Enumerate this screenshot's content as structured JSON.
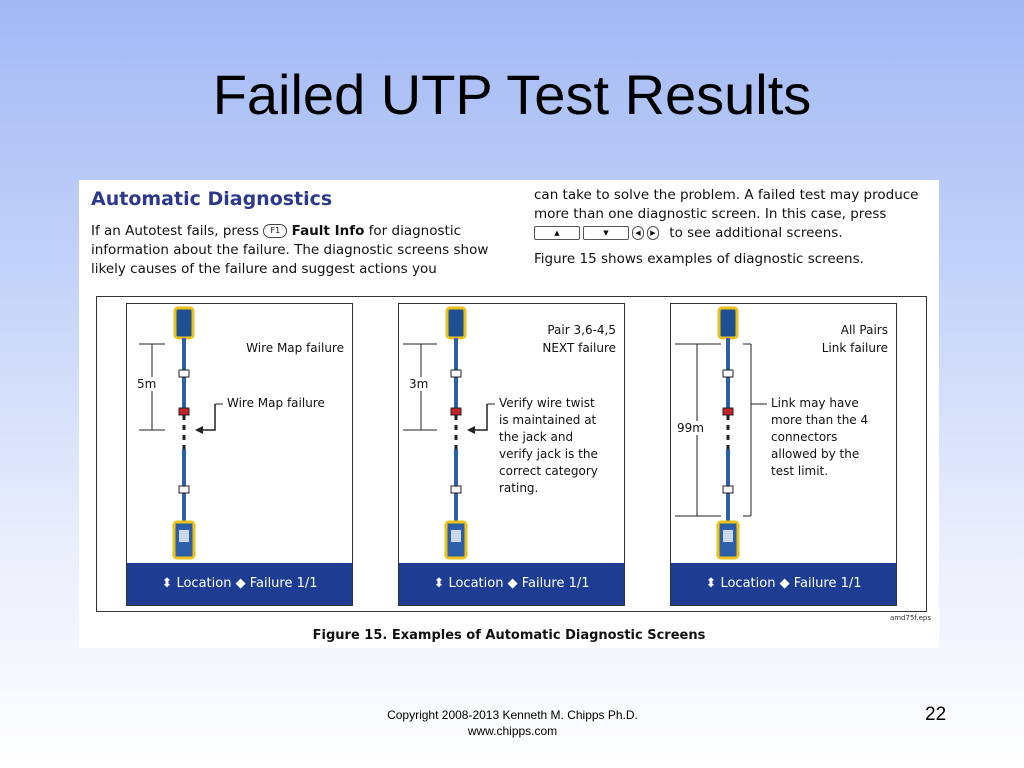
{
  "slide": {
    "title": "Failed UTP Test Results",
    "footer_line1": "Copyright 2008-2013 Kenneth M. Chipps Ph.D.",
    "footer_line2": "www.chipps.com",
    "page_number": "22"
  },
  "figure": {
    "heading": "Automatic Diagnostics",
    "left_para_before_key": "If an Autotest fails, press",
    "key_label": "F1",
    "fault_info": "Fault Info",
    "left_para_after_key": "for diagnostic information about the failure. The diagnostic screens show likely causes of the failure and suggest actions you",
    "right_para_line1": "can take to solve the problem. A failed test may produce more than one diagnostic screen. In this case, press",
    "right_para_line2": "to see additional screens.",
    "right_para_line3": "Figure 15 shows examples of diagnostic screens.",
    "file_ref": "amd75f.eps",
    "caption": "Figure 15. Examples of Automatic Diagnostic Screens",
    "colors": {
      "heading": "#2d3a8c",
      "status_bar": "#1e3d92",
      "cable": "#2b5fa8",
      "fault": "#c8202b",
      "device_yellow": "#e8c21a"
    }
  },
  "screens": [
    {
      "header_line1": "",
      "header_line2": "Wire Map failure",
      "length": "5m",
      "callout": [
        "Wire Map failure"
      ],
      "status": "⬍ Location ◆ Failure 1/1"
    },
    {
      "header_line1": "Pair 3,6-4,5",
      "header_line2": "NEXT failure",
      "length": "3m",
      "callout": [
        "Verify wire twist",
        "is maintained at",
        "the jack and",
        "verify jack is the",
        "correct category",
        "rating."
      ],
      "status": "⬍ Location ◆ Failure 1/1"
    },
    {
      "header_line1": "All Pairs",
      "header_line2": "Link failure",
      "length": "99m",
      "callout": [
        "Link may have",
        "more than the 4",
        "connectors",
        "allowed by the",
        "test limit."
      ],
      "status": "⬍ Location ◆ Failure 1/1"
    }
  ]
}
